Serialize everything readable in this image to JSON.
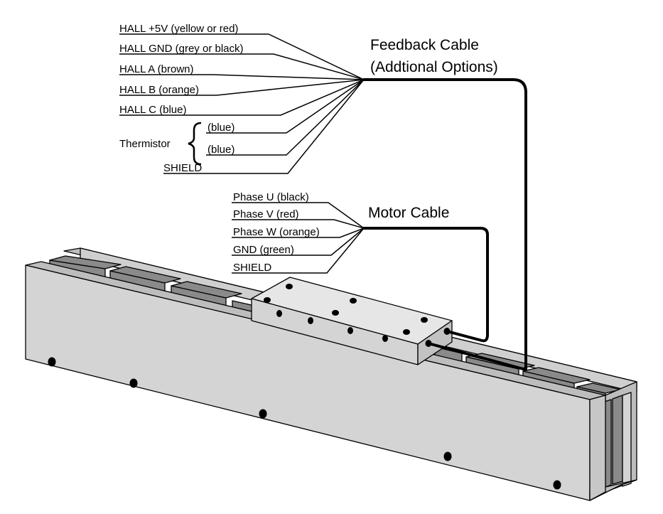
{
  "feedback_cable": {
    "title_line1": "Feedback Cable",
    "title_line2": "(Addtional Options)",
    "wires": [
      "HALL +5V (yellow or red)",
      "HALL GND (grey or black)",
      "HALL A (brown)",
      "HALL B (orange)",
      "HALL C (blue)"
    ],
    "thermistor_label": "Thermistor",
    "thermistor_wires": [
      "(blue)",
      "(blue)"
    ],
    "shield_label": "SHIELD"
  },
  "motor_cable": {
    "title": "Motor Cable",
    "wires": [
      "Phase U (black)",
      "Phase V (red)",
      "Phase W (orange)",
      "GND (green)",
      "SHIELD"
    ]
  }
}
